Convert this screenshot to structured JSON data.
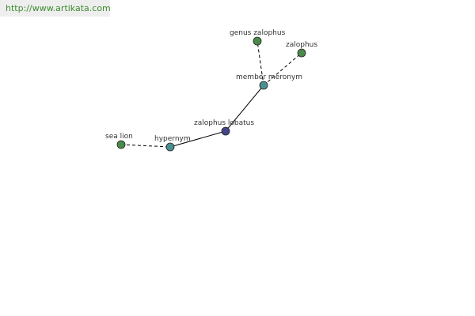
{
  "watermark": {
    "text": "http://www.artikata.com"
  },
  "colors": {
    "leaf": "#4a8a4a",
    "relation": "#4a9090",
    "center": "#44448a",
    "edge": "#000000"
  },
  "nodes": [
    {
      "id": "sea-lion",
      "label": "sea lion",
      "kind": "leaf"
    },
    {
      "id": "hypernym",
      "label": "hypernym",
      "kind": "relation"
    },
    {
      "id": "zalophus-lobatus",
      "label": "zalophus lobatus",
      "kind": "center"
    },
    {
      "id": "member-meronym",
      "label": "member meronym",
      "kind": "relation"
    },
    {
      "id": "genus-zalophus",
      "label": "genus zalophus",
      "kind": "leaf"
    },
    {
      "id": "zalophus",
      "label": "zalophus",
      "kind": "leaf"
    }
  ],
  "edges": [
    {
      "from": "sea-lion",
      "to": "hypernym",
      "style": "dashed"
    },
    {
      "from": "hypernym",
      "to": "zalophus-lobatus",
      "style": "solid"
    },
    {
      "from": "zalophus-lobatus",
      "to": "member-meronym",
      "style": "solid"
    },
    {
      "from": "member-meronym",
      "to": "genus-zalophus",
      "style": "dashed"
    },
    {
      "from": "member-meronym",
      "to": "zalophus",
      "style": "dashed"
    }
  ]
}
